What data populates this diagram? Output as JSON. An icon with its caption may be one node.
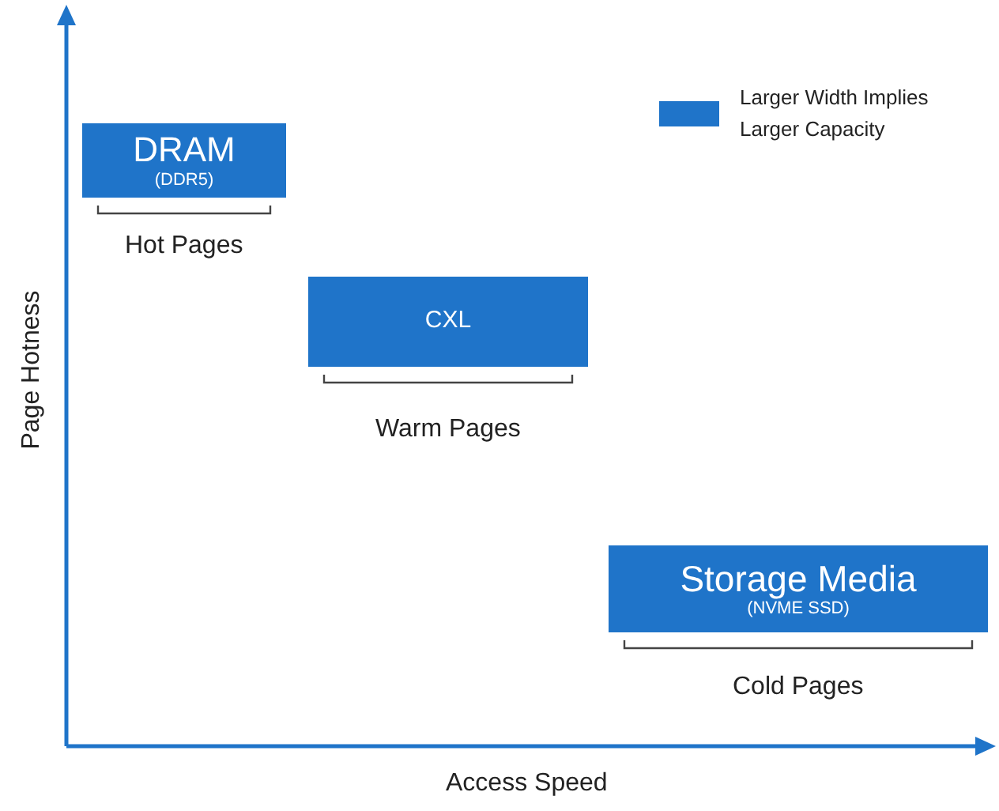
{
  "diagram": {
    "nodes": [
      {
        "text": [
          "DRAM",
          "(DDR5)"
        ],
        "beside": [
          "Hot Pages"
        ]
      },
      {
        "text": [
          "CXL"
        ],
        "beside": [
          "Warm Pages"
        ]
      },
      {
        "text": [
          "Storage Media",
          "(NVME SSD)"
        ],
        "beside": [
          "Cold Pages"
        ]
      }
    ],
    "edges": [],
    "labels": [
      "Page Hotness",
      "Access Speed"
    ],
    "legend": [
      {
        "text": "Larger Width Implies Larger Capacity",
        "color": "#1f74c9"
      }
    ]
  }
}
